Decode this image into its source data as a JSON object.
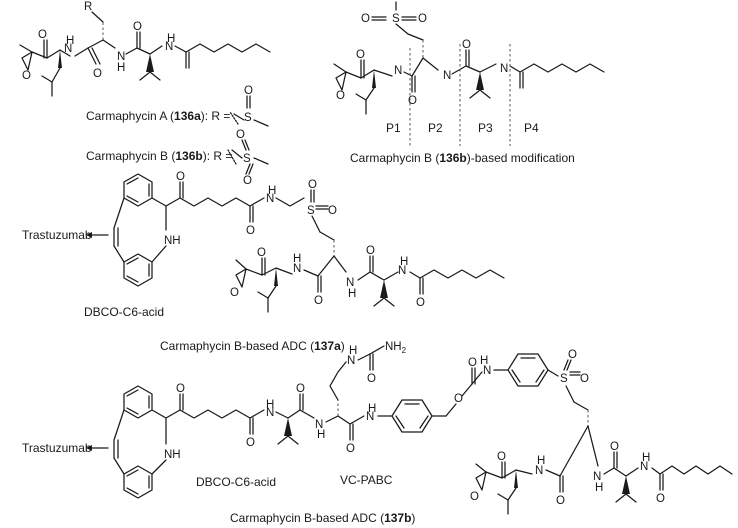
{
  "figure": {
    "top_left": {
      "r_label": "R",
      "atoms": {
        "o_epox": "O",
        "o1": "O",
        "o2": "O",
        "o3": "O",
        "nh1": "N",
        "h1": "H",
        "nh2": "N",
        "h2": "H",
        "nh3": "N",
        "h3": "H"
      },
      "caption_a_pre": "Carmaphycin A (",
      "caption_a_bold": "136a",
      "caption_a_post": "): R =",
      "caption_b_pre": "Carmaphycin B (",
      "caption_b_bold": "136b",
      "caption_b_post": "): R =",
      "sulfoxide": {
        "s": "S",
        "o": "O"
      },
      "sulfone": {
        "s": "S",
        "o1": "O",
        "o2": "O"
      }
    },
    "top_right": {
      "sulfone": {
        "s": "S",
        "o1": "O",
        "o2": "O"
      },
      "positions": [
        "P1",
        "P2",
        "P3",
        "P4"
      ],
      "caption_pre": "Carmaphycin B (",
      "caption_bold": "136b",
      "caption_post": ")-based modification",
      "atoms": {
        "o_epox": "O",
        "o1": "O",
        "o2": "O",
        "o3": "O",
        "n1": "N",
        "n2": "N",
        "n3": "N",
        "h": "H"
      }
    },
    "middle": {
      "antibody": "Trastuzumab",
      "nh": "NH",
      "linker_label": "DBCO-C6-acid",
      "atoms": {
        "o_ket": "O",
        "o_am": "O",
        "n": "N",
        "h": "H",
        "s": "S",
        "o1": "O",
        "o2": "O"
      },
      "peptide": {
        "o_epox": "O",
        "o1": "O",
        "o2": "O",
        "o3": "O",
        "n": "N",
        "h": "H"
      },
      "caption_pre": "Carmaphycin B-based ADC (",
      "caption_bold": "137a",
      "caption_post": ")"
    },
    "bottom": {
      "antibody": "Trastuzumab",
      "nh": "NH",
      "linker_label": "DBCO-C6-acid",
      "vc_label": "VC-PABC",
      "urea": {
        "n": "N",
        "h": "H",
        "nh2": "NH",
        "two": "2",
        "o": "O"
      },
      "atoms": {
        "o": "O",
        "n": "N",
        "h": "H",
        "s": "S"
      },
      "caption_pre": "Carmaphycin B-based ADC (",
      "caption_bold": "137b",
      "caption_post": ")"
    }
  }
}
